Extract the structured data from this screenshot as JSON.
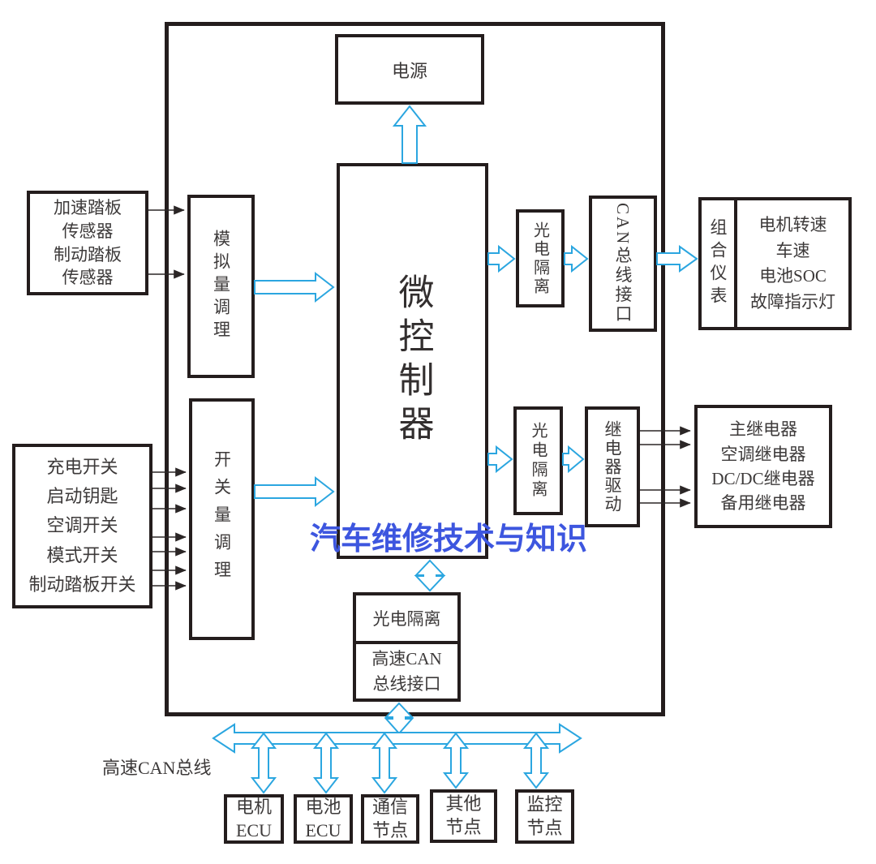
{
  "watermark": {
    "text": "汽车维修技术与知识",
    "color": "#3D56DF"
  },
  "bus_label": "高速CAN总线",
  "blocks": {
    "power": "电源",
    "mcu": "微控制器",
    "pedal_sensors": [
      "加速踏板",
      "传感器",
      "制动踏板",
      "传感器"
    ],
    "analog_conditioning": "模拟量调理",
    "switch_inputs": [
      "充电开关",
      "启动钥匙",
      "空调开关",
      "模式开关",
      "制动踏板开关"
    ],
    "switch_conditioning": "开关量调理",
    "opto_isolation_top": "光电隔离",
    "can_bus_interface": "CAN总线接口",
    "instrument_cluster": "组合仪表",
    "cluster_signals": [
      "电机转速",
      "车速",
      "电池SOC",
      "故障指示灯"
    ],
    "opto_isolation_mid": "光电隔离",
    "relay_driver": "继电器驱动",
    "relay_outputs": [
      "主继电器",
      "空调继电器",
      "DC/DC继电器",
      "备用继电器"
    ],
    "opto_isolation_bottom": "光电隔离",
    "hs_can_interface": [
      "高速CAN",
      "总线接口"
    ],
    "nodes": [
      [
        "电机",
        "ECU"
      ],
      [
        "电池",
        "ECU"
      ],
      [
        "通信",
        "节点"
      ],
      [
        "其他",
        "节点"
      ],
      [
        "监控",
        "节点"
      ]
    ]
  },
  "colors": {
    "arrow_blue": "#2BA6E0",
    "line_black": "#241D1D",
    "watermark_blue": "#3D56DF"
  }
}
